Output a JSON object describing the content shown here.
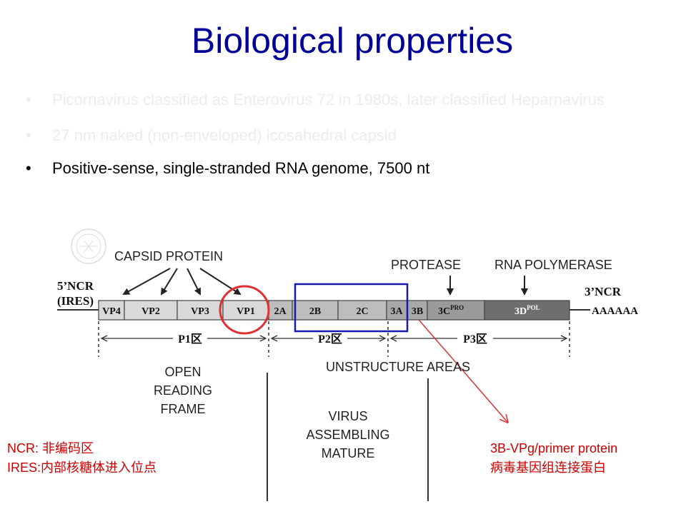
{
  "title": "Biological properties",
  "bullets": [
    {
      "marker": "•",
      "text": "Picornavirus classified as Enterovirus 72 in 1980s, later classified Heparnavirus"
    },
    {
      "marker": "•",
      "text": "27 nm naked (non-enveloped) icosahedral capsid"
    },
    {
      "marker": "•",
      "text": "Positive-sense, single-stranded RNA genome, 7500 nt"
    }
  ],
  "diagram": {
    "capsid_label": "CAPSID PROTEIN",
    "protease_label": "PROTEASE",
    "polymerase_label": "RNA POLYMERASE",
    "ncr5_line1": "5’NCR",
    "ncr5_line2": "(IRES)",
    "ncr3": "3’NCR",
    "polya": "AAAAAA",
    "segments": [
      "VP4",
      "VP2",
      "VP3",
      "VP1",
      "2A",
      "2B",
      "2C",
      "3A",
      "3B",
      "3C",
      "3D"
    ],
    "sup_3c": "PRO",
    "sup_3d": "POL",
    "regions": [
      "P1区",
      "P2区",
      "P3区"
    ],
    "unstructure_label": "UNSTRUCTURE AREAS",
    "orf_lines": [
      "OPEN",
      "READING",
      "FRAME"
    ],
    "virus_lines": [
      "VIRUS",
      "ASSEMBLING",
      "MATURE"
    ],
    "ncr_note": "NCR: 非编码区",
    "ires_note": "IRES:内部核糖体进入位点",
    "vpg_note_1": "3B-VPg/primer protein",
    "vpg_note_2": "病毒基因组连接蛋白",
    "colors": {
      "title": "#000099",
      "highlight_circle": "#e03030",
      "highlight_box": "#1a1aaa",
      "note": "#cc0000"
    }
  }
}
